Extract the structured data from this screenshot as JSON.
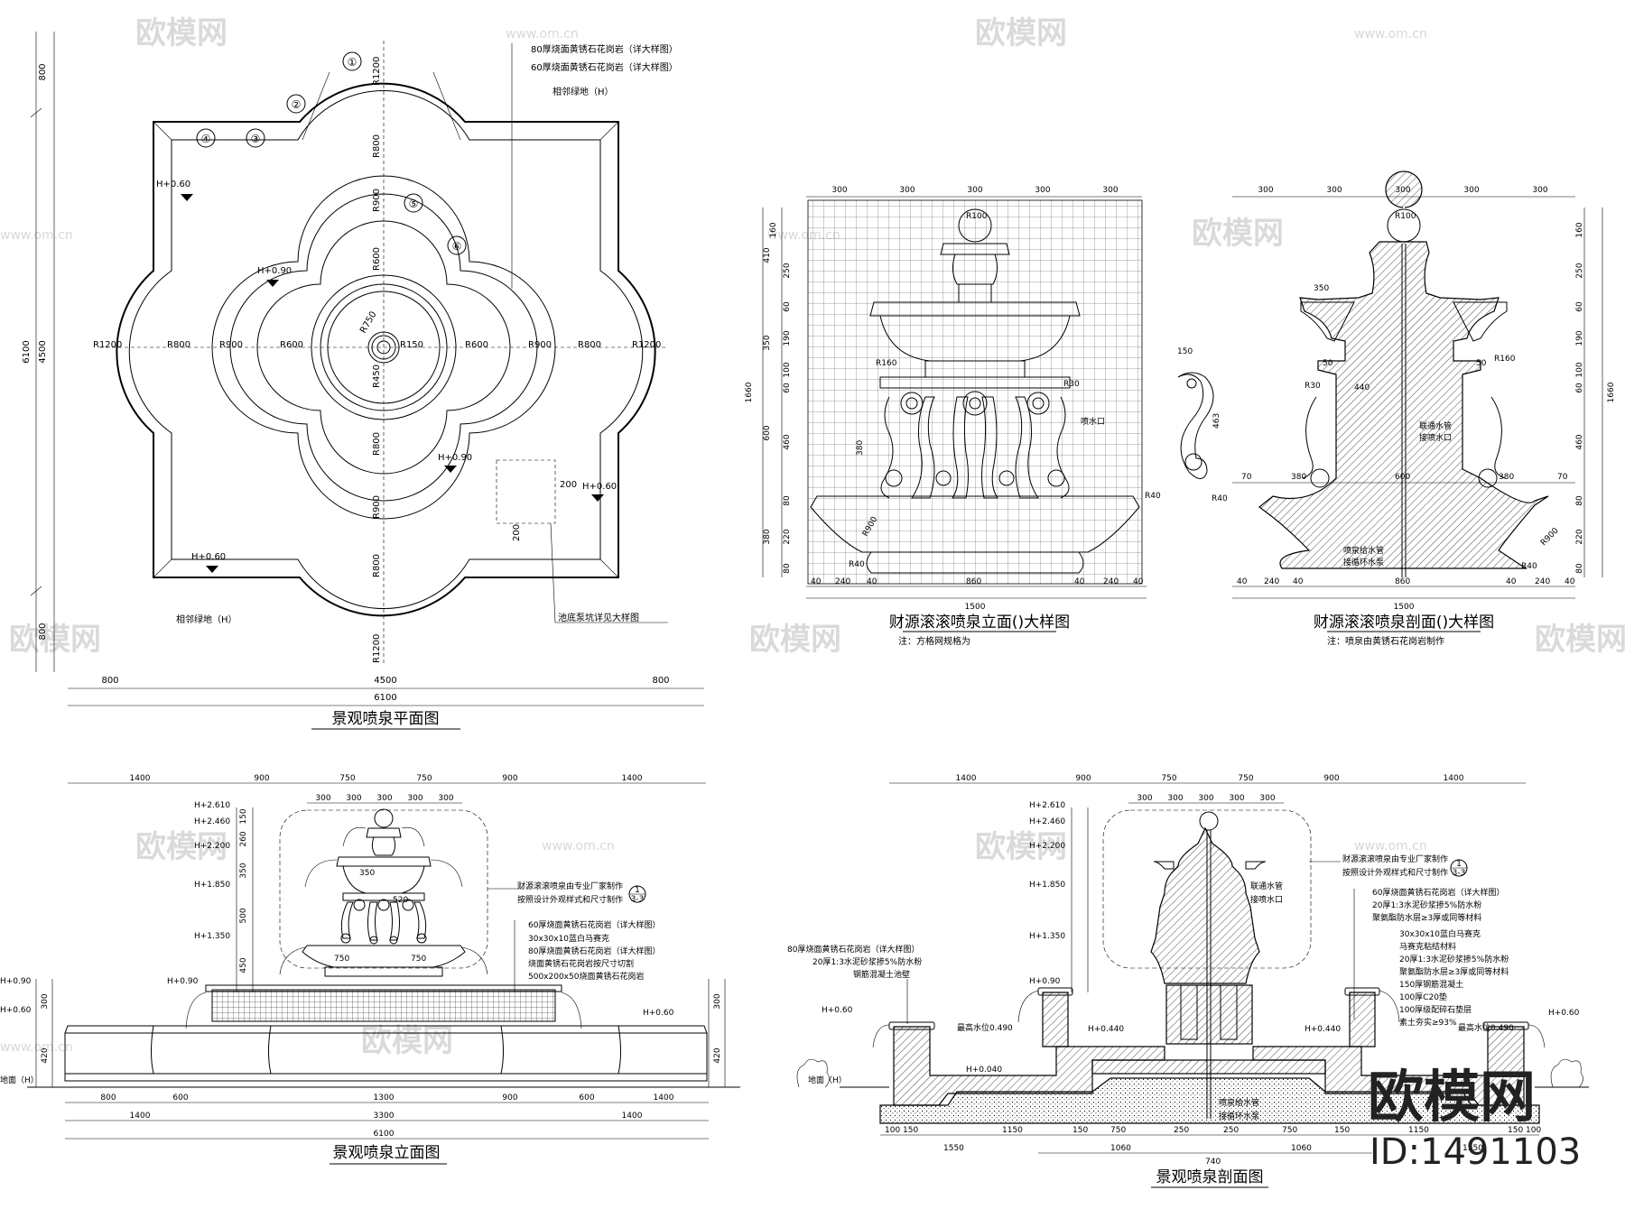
{
  "watermark": {
    "brand": "欧模网",
    "url": "www.om.cn",
    "id": "ID:1491103"
  },
  "plan": {
    "title": "景观喷泉平面图",
    "notes": [
      "80厚烧面黄锈石花岗岩（详大样图）",
      "60厚烧面黄锈石花岗岩（详大样图）"
    ],
    "green_top": "相邻绿地（H）",
    "green_bottom": "相邻绿地（H）",
    "pit_note": "池底泵坑详见大样图",
    "markers": [
      "①",
      "②",
      "③",
      "④",
      "⑤",
      "⑥"
    ],
    "levels": [
      "H+0.60",
      "H+0.90",
      "H+0.90",
      "H+0.60",
      "H+0.60"
    ],
    "radii": [
      "R1200",
      "R800",
      "R900",
      "R600",
      "R150",
      "R600",
      "R900",
      "R800",
      "R1200",
      "R1200",
      "R800",
      "R900",
      "R600",
      "R750",
      "R450",
      "R800",
      "R900",
      "R800",
      "R1200"
    ],
    "pit_dims": [
      "200",
      "200"
    ],
    "dims_bottom": [
      "800",
      "4500",
      "800",
      "6100"
    ],
    "dims_left": [
      "800",
      "4500",
      "800",
      "6100"
    ]
  },
  "elevation_detail": {
    "title": "财源滚滚喷泉立面()大样图",
    "note": "注：方格网规格为",
    "top_dims": [
      "300",
      "300",
      "300",
      "300",
      "300"
    ],
    "total": "1500",
    "bottom_dims": [
      "40",
      "240",
      "40",
      "860",
      "40",
      "240",
      "40"
    ],
    "left_dims": [
      "160",
      "410",
      "250",
      "60",
      "350",
      "190",
      "100",
      "60",
      "600",
      "460",
      "80",
      "380",
      "220",
      "80"
    ],
    "right_total": "1660",
    "labels": [
      "R100",
      "R160",
      "R30",
      "喷水口",
      "380",
      "R900",
      "R40",
      "R40"
    ],
    "scroll_dims": [
      "150",
      "463"
    ]
  },
  "section_detail": {
    "title": "财源滚滚喷泉剖面()大样图",
    "note": "注：喷泉由黄锈石花岗岩制作",
    "top_dims": [
      "300",
      "300",
      "300",
      "300",
      "300"
    ],
    "total": "1500",
    "bottom_dims": [
      "40",
      "240",
      "40",
      "860",
      "40",
      "240",
      "40"
    ],
    "labels": [
      "R100",
      "350",
      "R160",
      "50",
      "50",
      "R30",
      "440",
      "联通水管",
      "接喷水口",
      "70",
      "380",
      "600",
      "380",
      "70",
      "R40",
      "R40",
      "喷泉给水管",
      "接循环水泵",
      "R900"
    ],
    "right_dims": [
      "160",
      "250",
      "60",
      "190",
      "100",
      "60",
      "460",
      "80",
      "220",
      "80"
    ],
    "right_total": "1660"
  },
  "front_elevation": {
    "title": "景观喷泉立面图",
    "top_dims": [
      "1400",
      "900",
      "750",
      "750",
      "900",
      "1400"
    ],
    "sub_dims": [
      "300",
      "300",
      "300",
      "300",
      "300"
    ],
    "levels": [
      "H+2.610",
      "H+2.460",
      "H+2.200",
      "H+1.850",
      "H+1.350",
      "H+0.90",
      "H+0.90",
      "H+0.60",
      "H+0.60"
    ],
    "ground": "地面（H）",
    "callout1": [
      "财源滚滚喷泉由专业厂家制作",
      "按照设计外观样式和尺寸制作"
    ],
    "materials": [
      "60厚烧面黄锈石花岗岩（详大样图）",
      "30x30x10蓝白马赛克",
      "80厚烧面黄锈石花岗岩（详大样图）",
      "烧面黄锈石花岗岩按尺寸切割",
      "500x200x50烧面黄锈石花岗岩"
    ],
    "inner_dims": [
      "350",
      "520",
      "750",
      "750"
    ],
    "left_dims": [
      "150",
      "260",
      "350",
      "500",
      "450",
      "300",
      "300",
      "420",
      "420"
    ],
    "bottom_dims_1": [
      "800",
      "600",
      "1300",
      "900",
      "600",
      "1400"
    ],
    "bottom_dims_2": [
      "1400",
      "3300",
      "1400"
    ],
    "total": "6100",
    "callout_ref": [
      "1",
      "3-3"
    ]
  },
  "cross_section": {
    "title": "景观喷泉剖面图",
    "top_dims": [
      "1400",
      "900",
      "750",
      "750",
      "900",
      "1400"
    ],
    "sub_dims": [
      "300",
      "300",
      "300",
      "300",
      "300"
    ],
    "levels": [
      "H+2.610",
      "H+2.460",
      "H+2.200",
      "H+1.850",
      "H+1.350",
      "H+0.90",
      "H+0.60",
      "H+0.440",
      "H+0.440",
      "H+0.040",
      "H+0.60"
    ],
    "water_levels": [
      "最高水位0.490",
      "最高水位0.490"
    ],
    "ground": "地面（H）",
    "left_materials": [
      "80厚烧面黄锈石花岗岩（详大样图）",
      "20厚1:3水泥砂浆掺5%防水粉",
      "钢筋混凝土池壁"
    ],
    "pipe_labels_top": [
      "联通水管",
      "接喷水口"
    ],
    "pipe_labels_bottom": [
      "喷泉给水管",
      "接循环水泵"
    ],
    "callout": [
      "财源滚滚喷泉由专业厂家制作",
      "按照设计外观样式和尺寸制作"
    ],
    "callout_ref": [
      "1",
      "3-3"
    ],
    "materials_right": [
      "60厚烧面黄锈石花岗岩（详大样图）",
      "20厚1:3水泥砂浆掺5%防水粉",
      "聚氨酯防水层≥3厚或同等材料",
      "30x30x10蓝白马赛克",
      "马赛克粘结材料",
      "20厚1:3水泥砂浆掺5%防水粉",
      "聚氨酯防水层≥3厚或同等材料",
      "150厚钢筋混凝土",
      "100厚C20垫",
      "100厚级配碎石垫层",
      "素土夯实≥93%"
    ],
    "bottom_dims": [
      "100",
      "150",
      "1550",
      "1150",
      "150",
      "750",
      "250",
      "250",
      "750",
      "150",
      "1150",
      "1550",
      "150",
      "100"
    ],
    "bottom_dims_2": [
      "1060",
      "740",
      "1060"
    ]
  }
}
